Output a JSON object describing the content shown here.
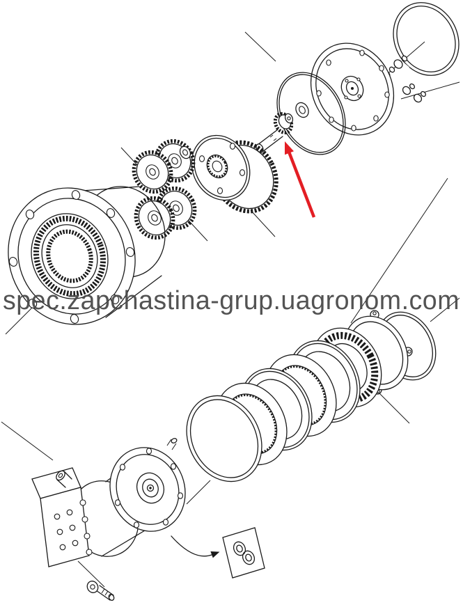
{
  "page": {
    "background": "#ffffff"
  },
  "watermark": {
    "text": "spec.zapchastina-grup.uagronom.com",
    "color": "#4a4a4a",
    "opacity": "0.95"
  },
  "colors": {
    "arrow": "#e31e24",
    "line": "#1a1a1a",
    "background": "#ffffff"
  },
  "diagram": {
    "type": "exploded-parts-diagram",
    "subject": "hydraulic travel motor and planetary gear hub assembly",
    "parts": [
      "large-snap-ring",
      "plug-pair-upper",
      "plug-pair-right",
      "cover-plate",
      "gasket-ring",
      "small-washer",
      "drive-shaft-gear-highlighted",
      "planet-carrier-ring-gear",
      "planet-gears-x4",
      "thrust-washer",
      "hub-housing-internal-splines",
      "friction-disc-stack",
      "roller-bearing",
      "retainer-plate",
      "snap-ring",
      "hydraulic-motor-valve-block",
      "socket-head-bolt",
      "seal-kit-inset"
    ]
  }
}
